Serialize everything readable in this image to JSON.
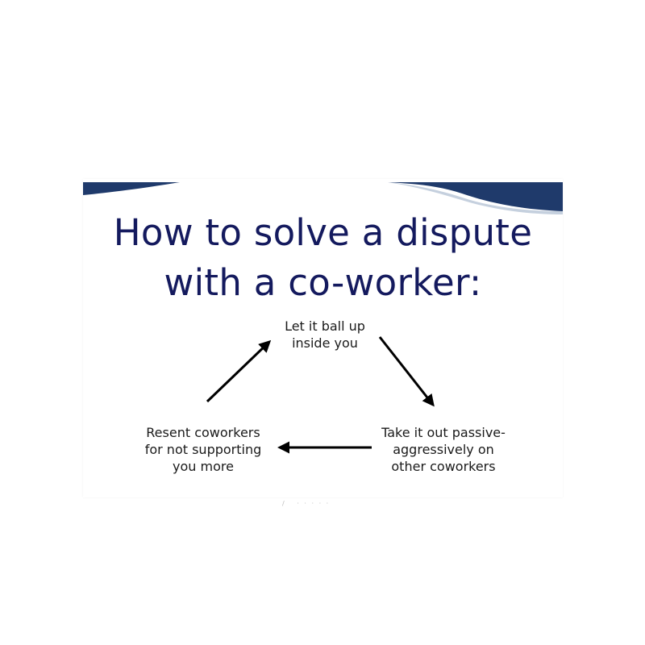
{
  "title": {
    "line1": "How to solve a dispute",
    "line2": "with a co-worker:"
  },
  "cycle": {
    "top": [
      "Let it ball up",
      "inside you"
    ],
    "right": [
      "Take it out passive-",
      "aggressively on",
      "other coworkers"
    ],
    "left": [
      "Resent coworkers",
      "for not supporting",
      "you more"
    ]
  },
  "colors": {
    "title": "#141a5e",
    "swoosh": "#1f3a6b",
    "arrow": "#000000"
  }
}
